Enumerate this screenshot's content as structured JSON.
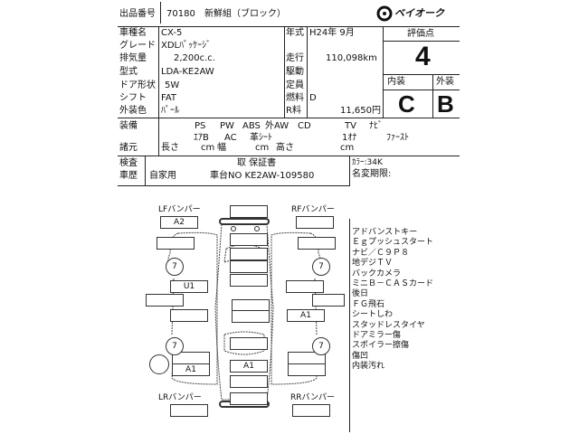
{
  "header": {
    "lot_label": "出品番号",
    "lot_no": "70180",
    "venue": "新鮮組（ブロック）",
    "logo_text": "ベイオーク"
  },
  "specs": {
    "rows": [
      {
        "label": "車種名",
        "value": "CX-5"
      },
      {
        "label": "グレード",
        "value": "XDLﾊﾟｯｹｰｼﾞ"
      },
      {
        "label": "排気量",
        "value": "2,200c.c."
      },
      {
        "label": "型式",
        "value": "LDA-KE2AW"
      },
      {
        "label": "ドア形状",
        "value": "5W"
      },
      {
        "label": "シフト",
        "value": "FAT"
      },
      {
        "label": "外装色",
        "value": "ﾊﾟｰﾙ"
      }
    ],
    "right_rows": [
      {
        "label": "年式",
        "value": "H24年 9月"
      },
      {
        "label": "走行",
        "value": "110,098km"
      },
      {
        "label": "駆動",
        "value": ""
      },
      {
        "label": "定員",
        "value": ""
      },
      {
        "label": "燃料",
        "value": "D"
      },
      {
        "label": "R料",
        "value": "11,650円"
      }
    ]
  },
  "score": {
    "label": "評価点",
    "value": "4",
    "interior_label": "内装",
    "exterior_label": "外装",
    "interior": "C",
    "exterior": "B"
  },
  "equipment": {
    "label": "装備",
    "line1": [
      "PS",
      "PW",
      "ABS",
      "外AW",
      "CD",
      "TV",
      "ﾅﾋﾞ"
    ],
    "line2": [
      "ｴｱB",
      "AC",
      "革ｼｰﾄ",
      "1ｵﾅ",
      "ﾌｧｰｽﾄ"
    ]
  },
  "dimensions": {
    "label": "諸元",
    "length": "長さ",
    "width": "幅",
    "height": "高さ",
    "unit": "cm"
  },
  "inspection": {
    "label": "検査",
    "value": "取 保証書",
    "history_label": "車歴",
    "history": "自家用",
    "chassis": "車台NO KE2AW-109580",
    "color_code": "ｶﾗｰ:34K",
    "recall": "名変期限:"
  },
  "diagram": {
    "lf": "LFバンパー",
    "rf": "RFバンパー",
    "lr": "LRバンパー",
    "rr": "RRバンパー",
    "marks": {
      "lf_bumper": "A2",
      "left_front_door": "U1",
      "left_rear": "A1",
      "rear_center": "A1",
      "right_rear_door": "A1",
      "tire": "7"
    }
  },
  "notes": [
    "アドバンストキー",
    "Ｅｇプッシュスタート",
    "ナビ／Ｃ９Ｐ８",
    "地デジＴＶ",
    "バックカメラ",
    "ミニＢ－ＣＡＳカード",
    "後日",
    "ＦＧ飛石",
    "シートしわ",
    "スタッドレスタイヤ",
    "ドアミラー傷",
    "スポイラー擦傷",
    "傷凹",
    "内装汚れ"
  ]
}
